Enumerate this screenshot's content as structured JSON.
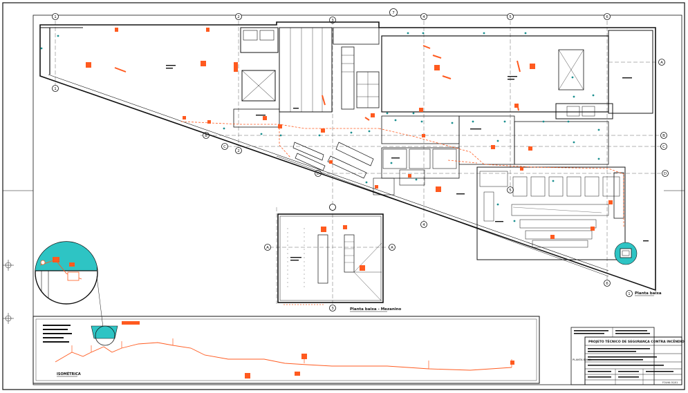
{
  "colors": {
    "line": "#111111",
    "fire": "#ff5a1f",
    "cyan": "#2ec4c4",
    "teal": "#1a8f8f",
    "grid": "#444444"
  },
  "grid_labels": {
    "col_1": "1",
    "col_2": "2",
    "col_3": "3",
    "col_4": "4",
    "col_5": "5",
    "col_6": "6",
    "col_7": "7",
    "row_a": "A",
    "row_b": "B",
    "row_c": "C",
    "row_d": "D"
  },
  "plan_titles": {
    "ground_floor": "Planta baixa",
    "mezzanine": "Planta baixa - Mezanino"
  },
  "isometric": {
    "label": "ISOMÉTRICA"
  },
  "notes": {
    "left_block": "PLANTA BAIXA",
    "project_line": "PROJETO TÉCNICO DE SEGURANÇA CONTRA INCÊNDIO"
  },
  "title_block": {
    "main_title": "PROJETO TÉCNICO DE SEGURANÇA CONTRA INCÊNDIO",
    "subtitle": "PLANTA BAIXA",
    "sheet_label": "PLANTA BAIXA",
    "sheet_number": "FOLHA 01/01"
  }
}
